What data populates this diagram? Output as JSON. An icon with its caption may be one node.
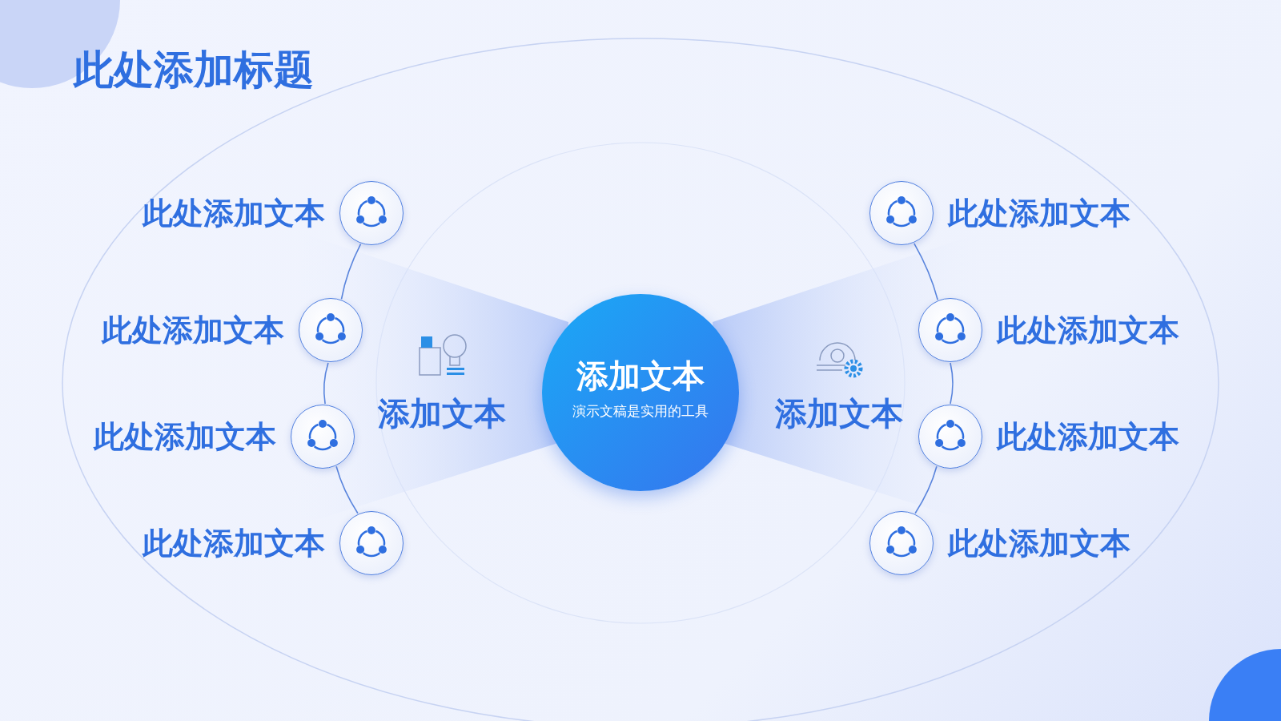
{
  "diagram": {
    "title": "此处添加标题",
    "nodes": [
      {
        "text": [
          "添加文本",
          "演示文稿是实用的工具"
        ]
      },
      {
        "text": [],
        "shape": "circle",
        "beside": [
          "此处添加文本"
        ]
      },
      {
        "text": [],
        "shape": "circle",
        "beside": [
          "此处添加文本"
        ]
      },
      {
        "text": [],
        "shape": "circle",
        "beside": [
          "此处添加文本"
        ]
      },
      {
        "text": [],
        "shape": "circle",
        "beside": [
          "此处添加文本"
        ]
      },
      {
        "text": [],
        "shape": "circle",
        "beside": [
          "此处添加文本"
        ]
      },
      {
        "text": [],
        "shape": "circle",
        "beside": [
          "此处添加文本"
        ]
      },
      {
        "text": [],
        "shape": "circle",
        "beside": [
          "此处添加文本"
        ]
      },
      {
        "text": [],
        "shape": "circle",
        "beside": [
          "此处添加文本"
        ]
      }
    ],
    "edges": [
      {
        "from": 1,
        "to": 2,
        "arrow": "none"
      },
      {
        "from": 2,
        "to": 3,
        "arrow": "none"
      },
      {
        "from": 3,
        "to": 4,
        "arrow": "none"
      },
      {
        "from": 5,
        "to": 6,
        "arrow": "none"
      },
      {
        "from": 6,
        "to": 7,
        "arrow": "none"
      },
      {
        "from": 7,
        "to": 8,
        "arrow": "none"
      }
    ],
    "labels": [
      "添加文本",
      "添加文本"
    ]
  }
}
